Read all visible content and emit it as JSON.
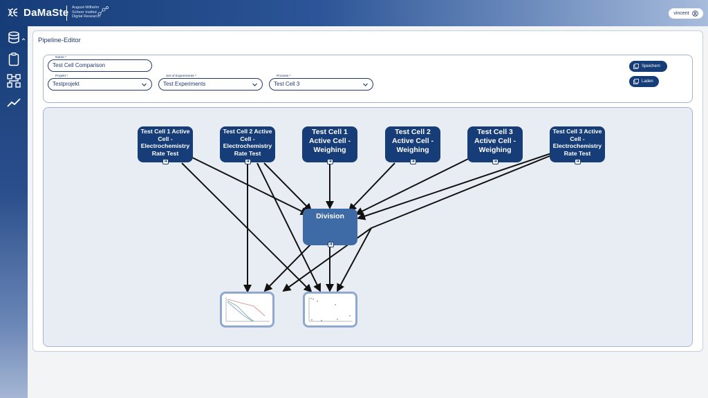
{
  "app": {
    "title": "DaMaSte",
    "brand_lines": [
      "August-Wilhelm",
      "Scheer Institut",
      "Digital Research"
    ],
    "user": "vincent"
  },
  "sidebar": {
    "items": [
      {
        "icon": "database-icon"
      },
      {
        "icon": "clipboard-icon"
      },
      {
        "icon": "pipeline-icon"
      },
      {
        "icon": "chart-line-icon"
      }
    ]
  },
  "page": {
    "title": "Pipeline-Editor"
  },
  "form": {
    "name": {
      "label": "Name *",
      "value": "Test Cell Comparison"
    },
    "projekt": {
      "label": "Projekt *",
      "value": "Testprojekt"
    },
    "set": {
      "label": "Set of Experiments *",
      "value": "Test Experiments"
    },
    "prozess": {
      "label": "Prozess *",
      "value": "Test Cell 3"
    },
    "save_label": "Speichern",
    "load_label": "Laden"
  },
  "pipeline": {
    "nodes": [
      {
        "label": "Test Cell 1 Active Cell - Electrochemistry Rate Test"
      },
      {
        "label": "Test Cell 2 Active Cell - Electrochemistry Rate Test"
      },
      {
        "label": "Test Cell 1 Active Cell - Weighing"
      },
      {
        "label": "Test Cell 2 Active Cell - Weighing"
      },
      {
        "label": "Test Cell 3 Active Cell - Weighing"
      },
      {
        "label": "Test Cell 3 Active Cell - Electrochemistry Rate Test"
      }
    ],
    "division_label": "Division",
    "port_glyph": "➜"
  },
  "colors": {
    "primary": "#163d78",
    "division": "#3e6aa5",
    "canvas_bg": "#e8edf3",
    "plot_border": "#8ea8d2"
  }
}
